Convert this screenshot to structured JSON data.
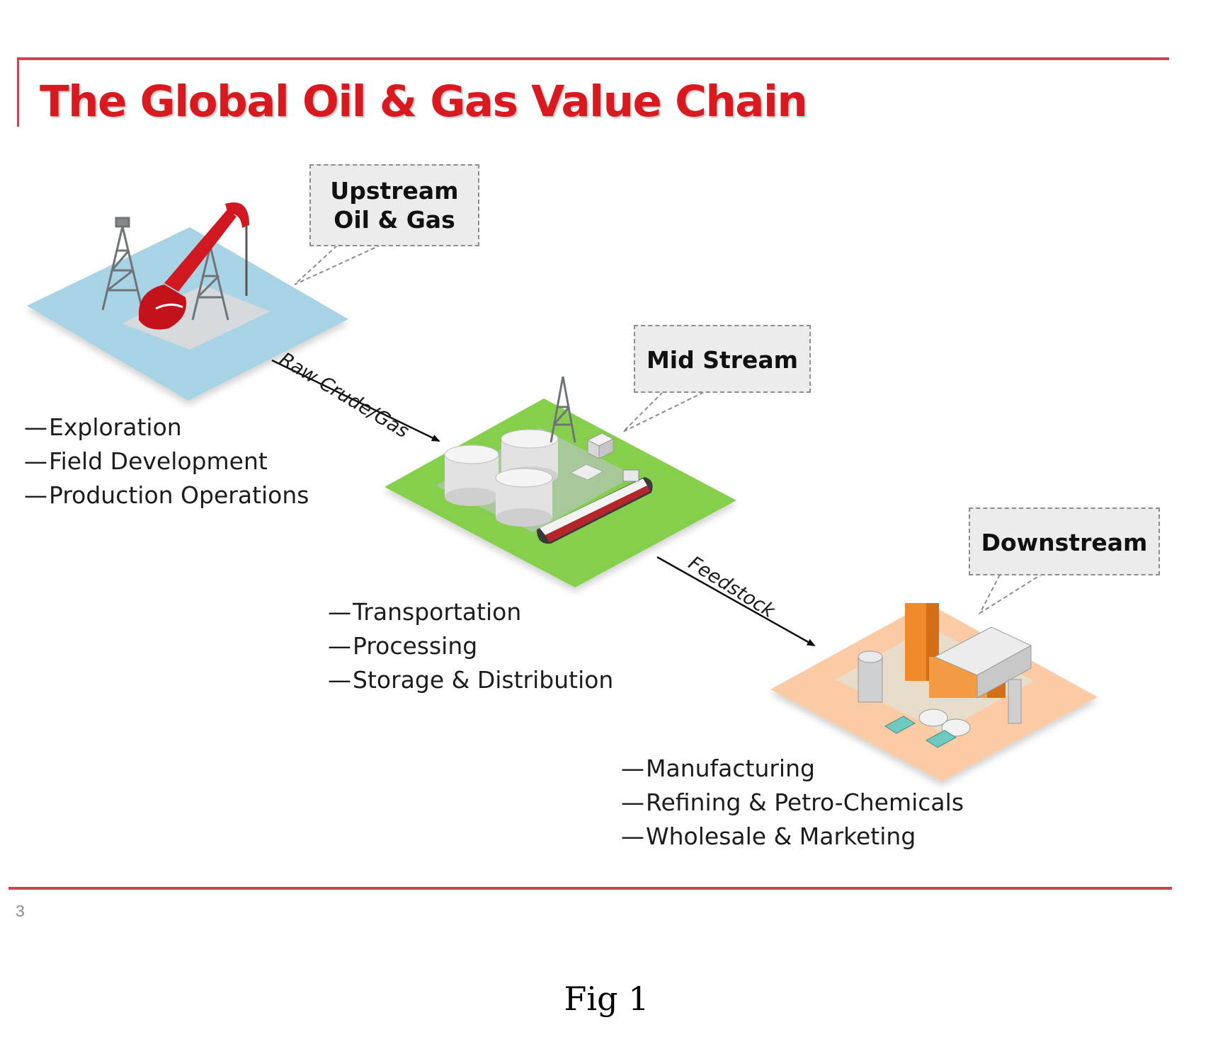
{
  "title": "The Global Oil & Gas Value Chain",
  "stages": [
    {
      "callout_lines": [
        "Upstream",
        "Oil & Gas"
      ],
      "items": [
        "Exploration",
        "Field Development",
        "Production Operations"
      ],
      "platform_color": "#a7d3e5"
    },
    {
      "callout_lines": [
        "Mid Stream"
      ],
      "items": [
        "Transportation",
        "Processing",
        "Storage & Distribution"
      ],
      "platform_color": "#86cf4e"
    },
    {
      "callout_lines": [
        "Downstream"
      ],
      "items": [
        "Manufacturing",
        "Refining & Petro-Chemicals",
        "Wholesale & Marketing"
      ],
      "platform_color": "#fbcba5"
    }
  ],
  "flows": [
    {
      "label": "Raw Crude/Gas"
    },
    {
      "label": "Feedstock"
    }
  ],
  "page_number": "3",
  "caption": "Fig 1",
  "colors": {
    "accent": "#d8191f",
    "frame": "#c8474f"
  }
}
